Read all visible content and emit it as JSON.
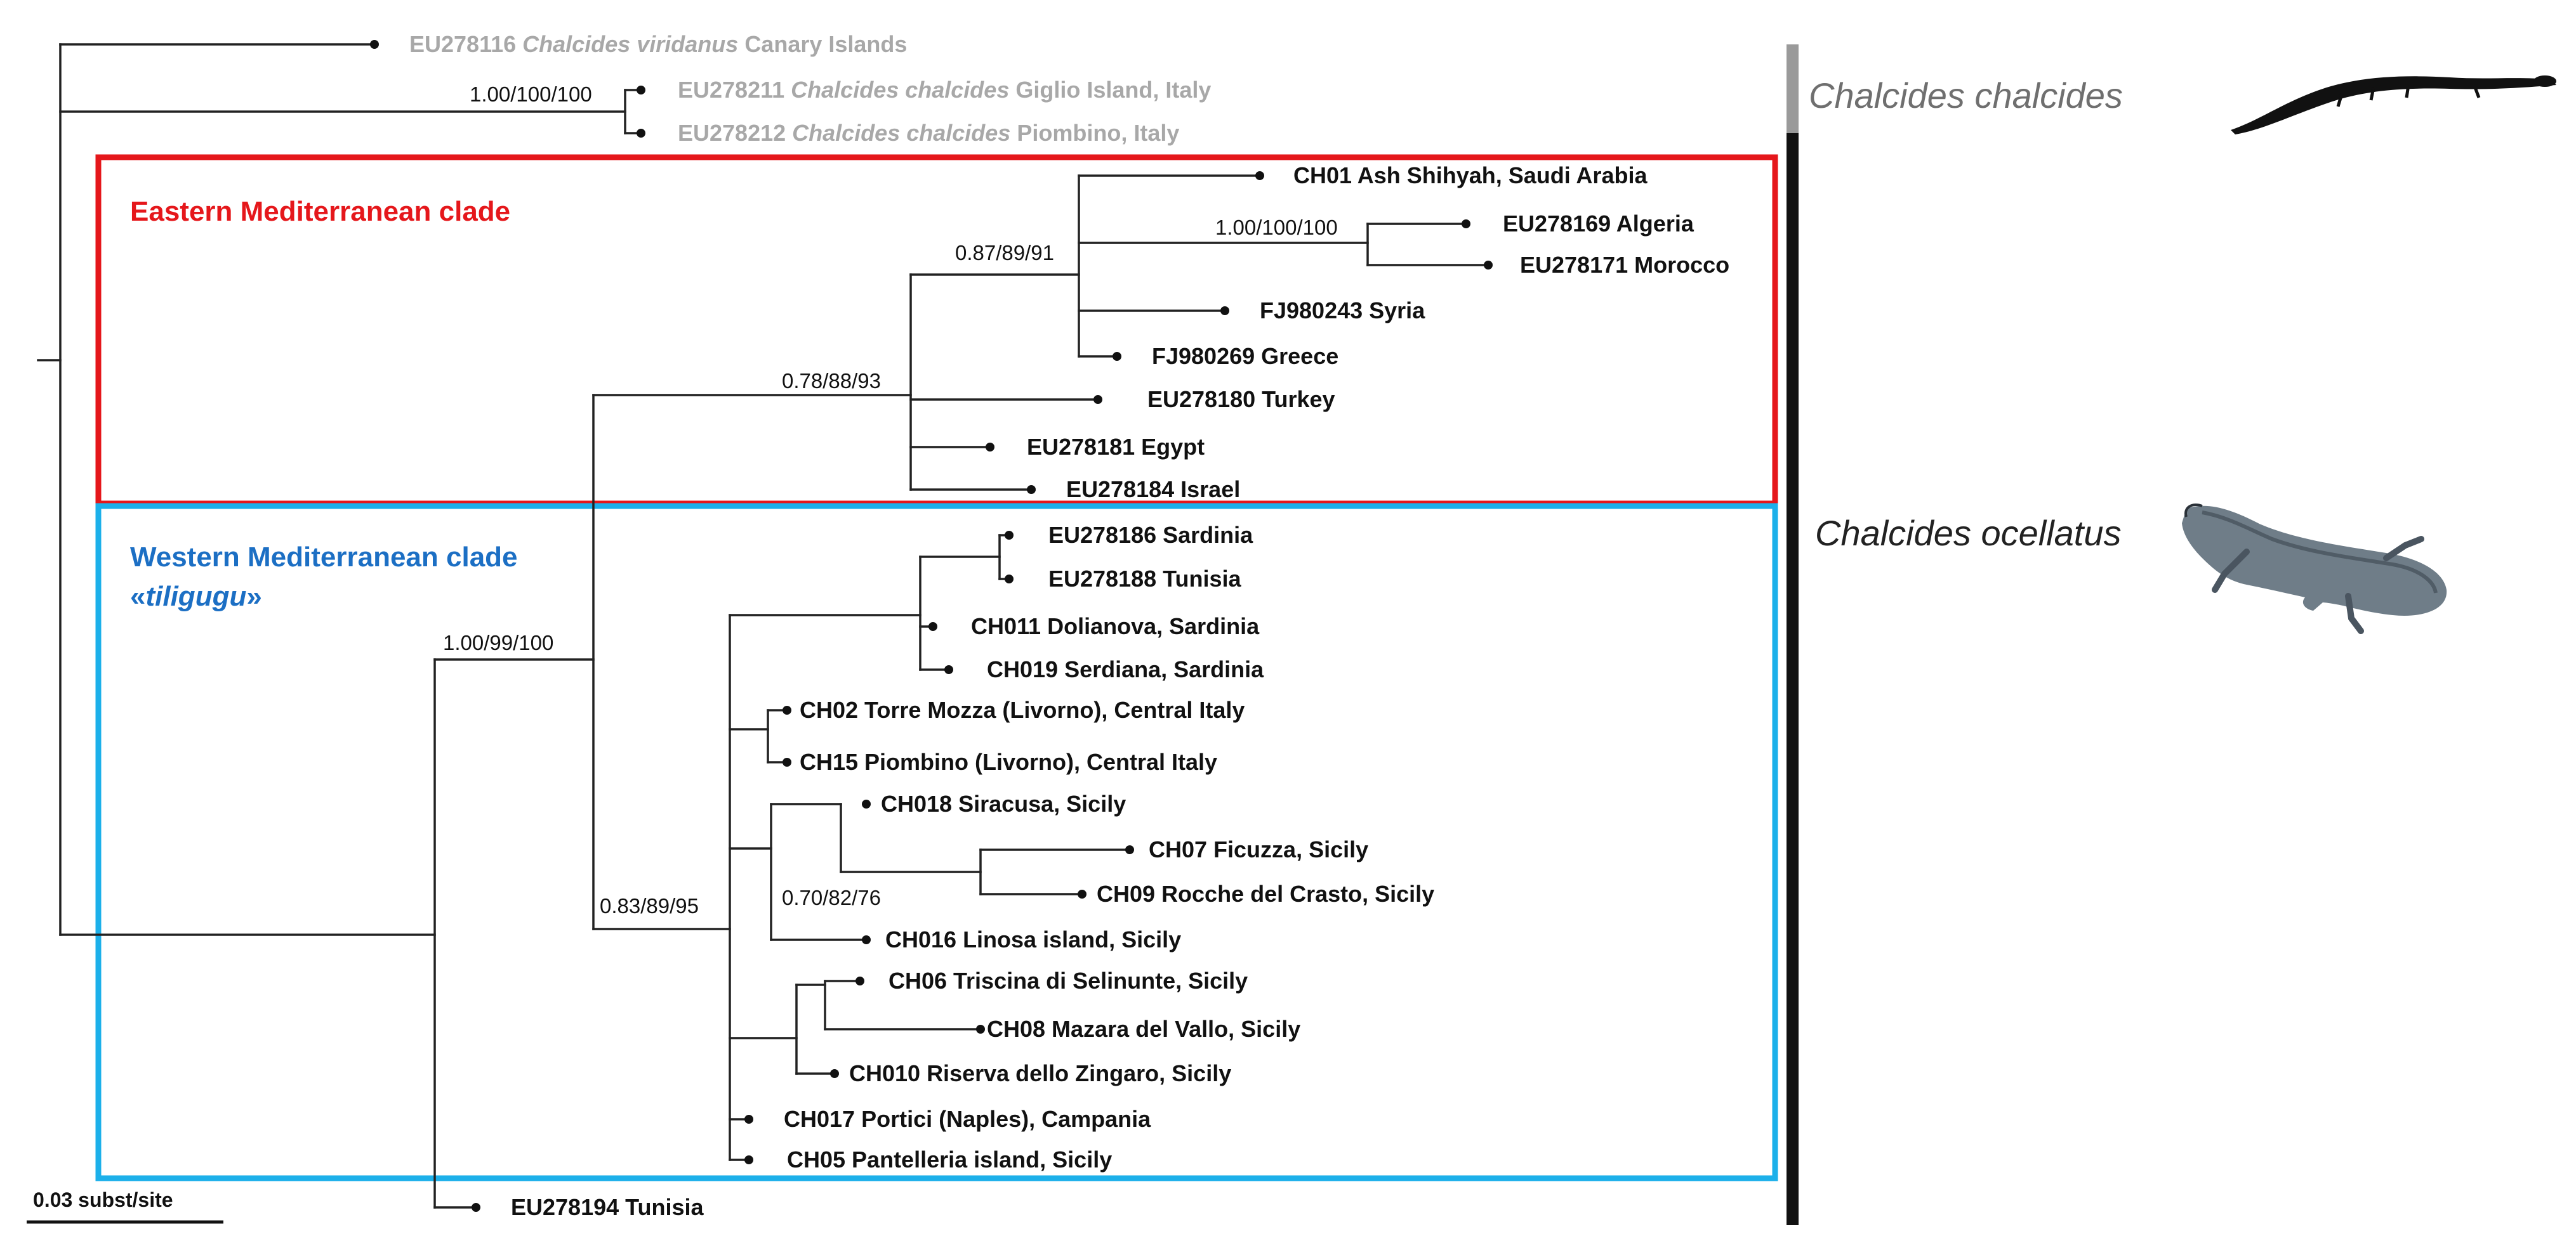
{
  "colors": {
    "east_box": "#e5171b",
    "west_box": "#1cb0ea",
    "east_label": "#e5171b",
    "west_label": "#1c6fc4",
    "outgroup_text": "#a8a8a8",
    "chalcides_bar": "#9a9a9a",
    "ocellatus_bar": "#111111"
  },
  "clades": {
    "east": "Eastern Mediterranean clade",
    "west_line1": "Western Mediterranean clade",
    "west_open": "«",
    "west_name": "tiligugu",
    "west_close": "»"
  },
  "species": {
    "chalcides": "Chalcides chalcides",
    "ocellatus": "Chalcides ocellatus"
  },
  "scale_bar": "0.03 subst/site",
  "outgroup_tips": [
    {
      "acc": "EU278116",
      "sp": "Chalcides viridanus",
      "loc": "Canary Islands"
    },
    {
      "acc": "EU278211",
      "sp": "Chalcides chalcides",
      "loc": "Giglio Island, Italy"
    },
    {
      "acc": "EU278212",
      "sp": "Chalcides chalcides",
      "loc": "Piombino, Italy"
    }
  ],
  "tips": [
    "CH01 Ash Shihyah, Saudi Arabia",
    "EU278169 Algeria",
    "EU278171 Morocco",
    "FJ980243 Syria",
    "FJ980269 Greece",
    "EU278180 Turkey",
    "EU278181 Egypt",
    "EU278184 Israel",
    "EU278186 Sardinia",
    "EU278188 Tunisia",
    "CH011 Dolianova, Sardinia",
    "CH019 Serdiana, Sardinia",
    "CH02 Torre Mozza (Livorno), Central Italy",
    "CH15 Piombino (Livorno), Central Italy",
    "CH018 Siracusa, Sicily",
    "CH07 Ficuzza, Sicily",
    "CH09 Rocche del Crasto, Sicily",
    "CH016 Linosa island, Sicily",
    "CH06 Triscina di Selinunte, Sicily",
    "CH08 Mazara del Vallo, Sicily",
    "CH010 Riserva dello Zingaro, Sicily",
    "CH017 Portici (Naples), Campania",
    "CH05 Pantelleria island, Sicily",
    "EU278194 Tunisia"
  ],
  "supports": [
    "1.00/100/100",
    "0.87/89/91",
    "1.00/100/100",
    "0.78/88/93",
    "1.00/99/100",
    "0.83/89/95",
    "0.70/82/76"
  ]
}
